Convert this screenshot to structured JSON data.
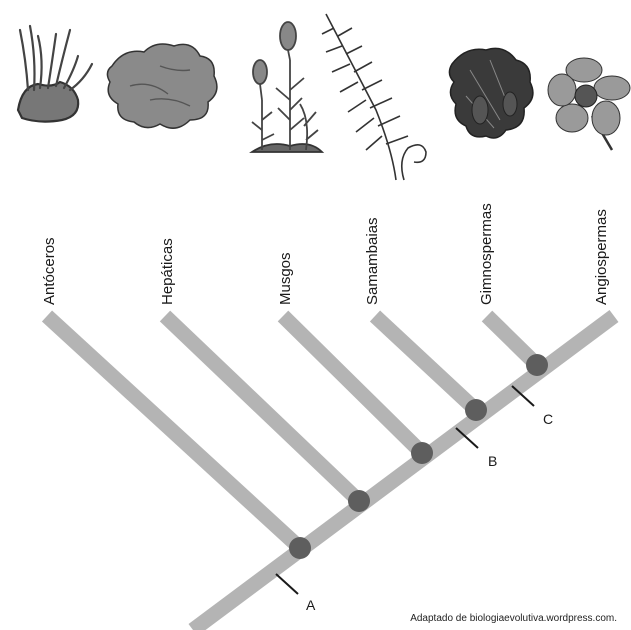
{
  "taxa": [
    {
      "label": "Antóceros",
      "icon": "hornwort-icon"
    },
    {
      "label": "Hepáticas",
      "icon": "liverwort-icon"
    },
    {
      "label": "Musgos",
      "icon": "moss-icon"
    },
    {
      "label": "Samambaias",
      "icon": "fern-icon"
    },
    {
      "label": "Gimnospermas",
      "icon": "conifer-icon"
    },
    {
      "label": "Angiospermas",
      "icon": "flower-icon"
    }
  ],
  "markers": [
    {
      "label": "A"
    },
    {
      "label": "B"
    },
    {
      "label": "C"
    }
  ],
  "credit": "Adaptado de biologiaevolutiva.wordpress.com.",
  "colors": {
    "branch": "#b4b4b4",
    "node": "#5e5e5e",
    "ink": "#1a1a1a",
    "illustration": "#6a6a6a"
  }
}
